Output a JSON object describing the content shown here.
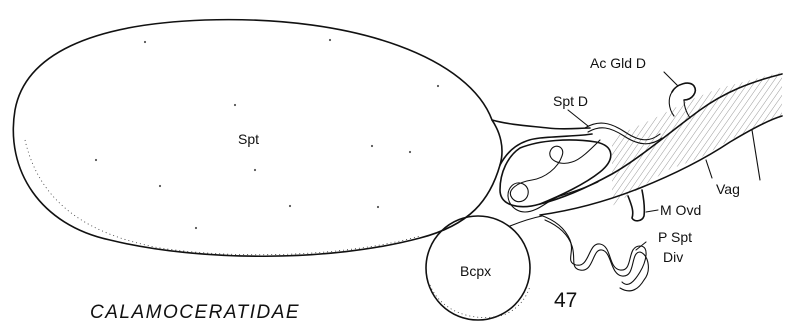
{
  "figure": {
    "title": "CALAMOCERATIDAE",
    "number": "47"
  },
  "labels": {
    "spt": "Spt",
    "spt_d": "Spt D",
    "ac_gld_d": "Ac Gld D",
    "vag": "Vag",
    "m_ovd": "M Ovd",
    "p_spt": "P Spt",
    "div": "Div",
    "bcpx": "Bcpx"
  }
}
